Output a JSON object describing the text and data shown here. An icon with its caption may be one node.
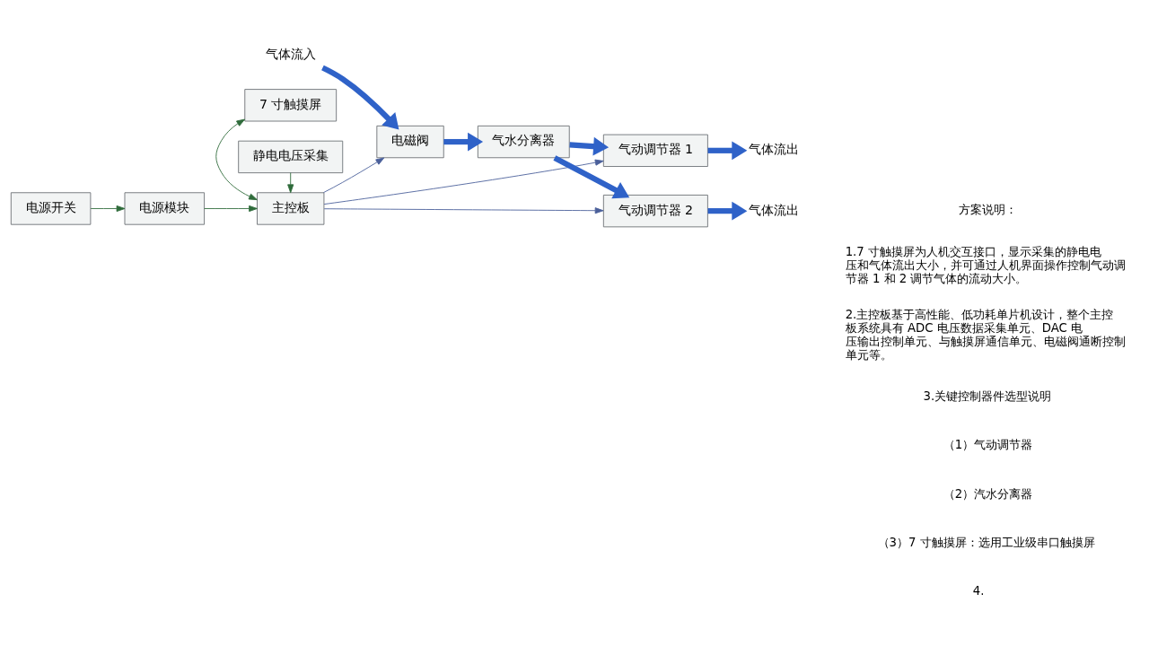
{
  "diagram": {
    "nodes": [
      {
        "text": [
          "电源开关"
        ]
      },
      {
        "text": [
          "电源模块"
        ]
      },
      {
        "text": [
          "主控板"
        ]
      },
      {
        "text": [
          "7 寸触摸屏"
        ]
      },
      {
        "text": [
          "静电电压采集"
        ]
      },
      {
        "text": [
          "气体流入"
        ]
      },
      {
        "text": [
          "电磁阀"
        ]
      },
      {
        "text": [
          "气水分离器"
        ]
      },
      {
        "text": [
          "气动调节器 1"
        ]
      },
      {
        "text": [
          "气动调节器 2"
        ]
      },
      {
        "text": [
          "气体流出"
        ]
      },
      {
        "text": [
          "气体流出"
        ]
      }
    ],
    "edges": [
      {
        "from": 0,
        "to": 1,
        "arrow": "to",
        "color": "#2e6b3a"
      },
      {
        "from": 1,
        "to": 2,
        "arrow": "to",
        "color": "#2e6b3a"
      },
      {
        "from": 3,
        "to": 2,
        "arrow": "both",
        "color": "#2e6b3a"
      },
      {
        "from": 4,
        "to": 2,
        "arrow": "to",
        "color": "#2e6b3a"
      },
      {
        "from": 2,
        "to": 8,
        "arrow": "to",
        "color": "#4a5f9a"
      },
      {
        "from": 2,
        "to": 6,
        "arrow": "to",
        "color": "#4a5f9a"
      },
      {
        "from": 2,
        "to": 9,
        "arrow": "to",
        "color": "#4a5f9a"
      },
      {
        "from": 5,
        "to": 6,
        "arrow": "to",
        "style": "thick"
      },
      {
        "from": 6,
        "to": 7,
        "arrow": "to",
        "style": "thick"
      },
      {
        "from": 7,
        "to": 8,
        "arrow": "to",
        "style": "thick"
      },
      {
        "from": 7,
        "to": 9,
        "arrow": "to",
        "style": "thick"
      },
      {
        "from": 8,
        "to": 10,
        "arrow": "to",
        "style": "thick"
      },
      {
        "from": 9,
        "to": 11,
        "arrow": "to",
        "style": "thick"
      }
    ],
    "labels": [
      "方案说明：",
      "1.7 寸触摸屏为人机交互接口，显示采集的静电电压和气体流出大小，并可通过人机界面操作控制气动调节器 1 和 2 调节气体的流动大小。",
      "2.主控板基于高性能、低功耗单片机设计，整个主控板系统具有 ADC 电压数据采集单元、DAC 电压输出控制单元、与触摸屏通信单元、电磁阀通断控制单元等。",
      "3.关键控制器件选型说明",
      "（1）气动调节器",
      "（2）汽水分离器",
      "（3）7 寸触摸屏：选用工业级串口触摸屏",
      "4."
    ]
  }
}
